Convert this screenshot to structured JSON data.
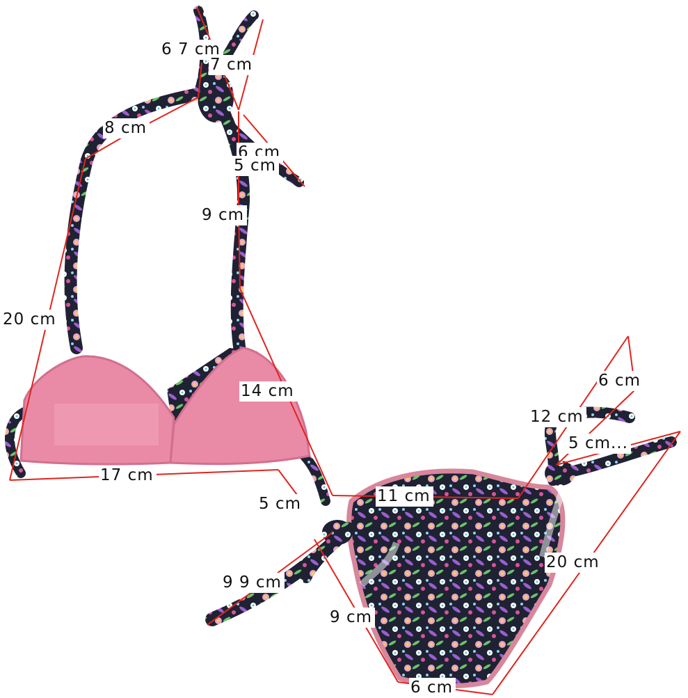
{
  "colors": {
    "measure_line": "#e0241e",
    "cup_pink": "#e98aa6",
    "print_navy": "#1f2233",
    "ruffle_trim": "#d7869c"
  },
  "measurements": [
    {
      "id": "m1",
      "text": "6 7 cm"
    },
    {
      "id": "m2",
      "text": "7 cm"
    },
    {
      "id": "m3",
      "text": "8 cm"
    },
    {
      "id": "m4",
      "text": "6 cm"
    },
    {
      "id": "m5",
      "text": "5 cm"
    },
    {
      "id": "m6",
      "text": "9 cm"
    },
    {
      "id": "m7",
      "text": "20 cm"
    },
    {
      "id": "m8",
      "text": "14 cm"
    },
    {
      "id": "m9",
      "text": "17 cm"
    },
    {
      "id": "m10",
      "text": "6 cm"
    },
    {
      "id": "m11",
      "text": "12 cm"
    },
    {
      "id": "m12",
      "text": "5 cm..."
    },
    {
      "id": "m13",
      "text": "5 cm"
    },
    {
      "id": "m14",
      "text": "11 cm"
    },
    {
      "id": "m15",
      "text": "20 cm"
    },
    {
      "id": "m16",
      "text": "9 9 cm"
    },
    {
      "id": "m17",
      "text": "9 cm"
    },
    {
      "id": "m18",
      "text": "6 cm"
    }
  ]
}
